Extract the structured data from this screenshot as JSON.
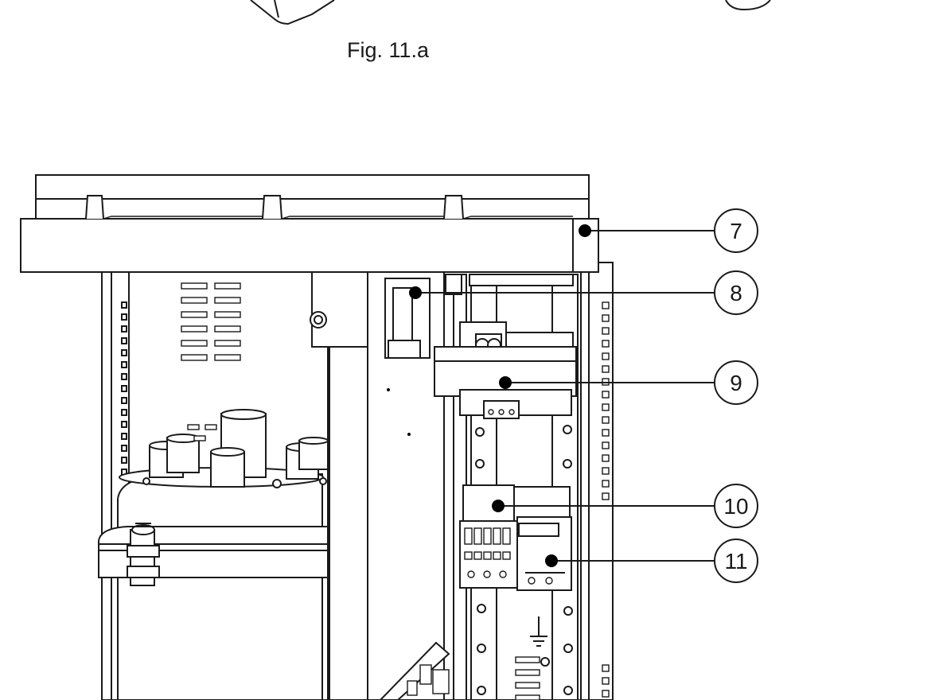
{
  "figure": {
    "caption": "Fig. 11.a"
  },
  "callouts": [
    {
      "label": "7"
    },
    {
      "label": "8"
    },
    {
      "label": "9"
    },
    {
      "label": "10"
    },
    {
      "label": "11"
    }
  ]
}
